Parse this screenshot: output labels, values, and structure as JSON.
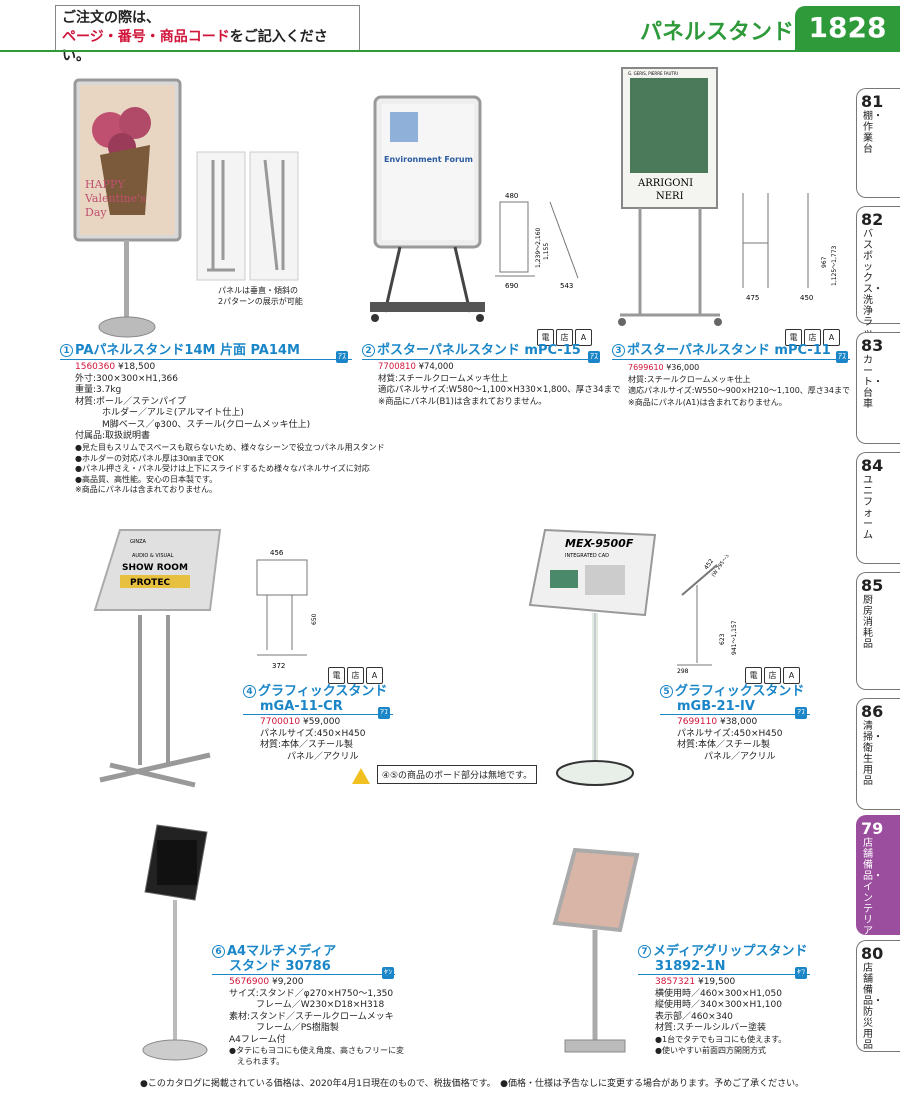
{
  "header": {
    "note_line1": "ご注文の際は、",
    "note_line2_red": "ページ・番号・商品コード",
    "note_line2_rest": "をご記入ください。",
    "category": "パネルスタンド",
    "page": "1828"
  },
  "tabs": [
    {
      "num": "81",
      "label": "棚・作業台"
    },
    {
      "num": "82",
      "label": "バスボックス・洗浄ラック"
    },
    {
      "num": "83",
      "label": "カート・台車"
    },
    {
      "num": "84",
      "label": "ユニフォーム"
    },
    {
      "num": "85",
      "label": "厨房消耗品"
    },
    {
      "num": "86",
      "label": "清掃・衛生用品"
    },
    {
      "num": "79",
      "label": "店舗備品・インテリア"
    },
    {
      "num": "80",
      "label": "店舗備品・防災用品"
    }
  ],
  "images": {
    "p1_poster_line1": "HAPPY",
    "p1_poster_line2": "Valentine's",
    "p1_poster_line3": "Day",
    "p1_caption1": "パネルは垂直・傾斜の",
    "p1_caption2": "2パターンの展示が可能",
    "p2_poster": "Environment Forum",
    "p3_poster1": "ARRIGONI",
    "p3_poster2": "NERI",
    "p3_poster_top": "G. GERIS, PIERRE FAUTRI",
    "p4_sign1": "AUDIO & VISUAL",
    "p4_sign2": "SHOW ROOM",
    "p4_sign3": "PROTEC",
    "p4_sign_top": "GINZA",
    "p5_sign1": "MEX-9500F",
    "p5_sign2": "INTEGRATED CAD",
    "dims": {
      "p2": [
        "480",
        "690",
        "543",
        "1,239～2,160",
        "1,155"
      ],
      "p3": [
        "475",
        "450",
        "967",
        "1,125～1,773"
      ],
      "p4": [
        "456",
        "372",
        "650"
      ],
      "p5": [
        "452",
        "298",
        "623",
        "941～1,157",
        "(W 295～310)"
      ]
    }
  },
  "icons": [
    "電",
    "店",
    "A"
  ],
  "products": [
    {
      "no": "1",
      "title": "PAパネルスタンド14M 片面 PA14M",
      "badge": "ｱｽ",
      "code": "1560360",
      "price": "¥18,500",
      "lines": [
        "外寸:300×300×H1,366",
        "重量:3.7kg",
        "材質:ポール／ステンパイプ",
        "　　　ホルダー／アルミ(アルマイト仕上)",
        "　　　M脚ベース／φ300、スチール(クロームメッキ仕上)",
        "付属品:取扱説明書"
      ],
      "notes": [
        "●見た目もスリムでスペースも取らないため、様々なシーンで役立つパネル用スタンド",
        "●ホルダーの対応パネル厚は30㎜までOK",
        "●パネル押さえ・パネル受けは上下にスライドするため様々なパネルサイズに対応",
        "●高品質、高性能。安心の日本製です。",
        "※商品にパネルは含まれておりません。"
      ]
    },
    {
      "no": "2",
      "title": "ポスターパネルスタンド mPC-15",
      "badge": "ｱｽ",
      "code": "7700810",
      "price": "¥74,000",
      "lines": [
        "材質:スチールクロームメッキ仕上",
        "適応パネルサイズ:W580～1,100×H330×1,800、厚さ34まで",
        "※商品にパネル(B1)は含まれておりません。"
      ]
    },
    {
      "no": "3",
      "title": "ポスターパネルスタンド mPC-11",
      "badge": "ｱｽ",
      "code": "7699610",
      "price": "¥36,000",
      "lines": [
        "材質:スチールクロームメッキ仕上",
        "適応パネルサイズ:W550～900×H210～1,100、厚さ34まで",
        "※商品にパネル(A1)は含まれておりません。"
      ]
    },
    {
      "no": "4",
      "title": "グラフィックスタンド",
      "title2": "mGA-11-CR",
      "badge": "ｱｽ",
      "code": "7700010",
      "price": "¥59,000",
      "lines": [
        "パネルサイズ:450×H450",
        "材質:本体／スチール製",
        "　　　パネル／アクリル"
      ]
    },
    {
      "no": "5",
      "title": "グラフィックスタンド",
      "title2": "mGB-21-IV",
      "badge": "ｱｽ",
      "code": "7699110",
      "price": "¥38,000",
      "lines": [
        "パネルサイズ:450×H450",
        "材質:本体／スチール製",
        "　　　パネル／アクリル"
      ]
    },
    {
      "no": "6",
      "title": "A4マルチメディア",
      "title2": "スタンド 30786",
      "badge": "ｾﾝ",
      "code": "5676900",
      "price": "¥9,200",
      "lines": [
        "サイズ:スタンド／φ270×H750～1,350",
        "　　　フレーム／W230×D18×H318",
        "素材:スタンド／スチールクロームメッキ",
        "　　　フレーム／PS樹脂製",
        "A4フレーム付"
      ],
      "notes": [
        "●タテにもヨコにも使え角度、高さもフリーに変",
        "　えられます。"
      ]
    },
    {
      "no": "7",
      "title": "メディアグリップスタンド",
      "title2": "31892-1N",
      "badge": "ｾﾌ",
      "code": "3857321",
      "price": "¥19,500",
      "lines": [
        "横使用時／460×300×H1,050",
        "縦使用時／340×300×H1,100",
        "表示部／460×340",
        "材質:スチールシルバー塗装"
      ],
      "notes": [
        "●1台でタテでもヨコにも使えます。",
        "●使いやすい前面四方開閉方式"
      ]
    }
  ],
  "warning": "④⑤の商品のボード部分は無地です。",
  "footer": "●このカタログに掲載されている価格は、2020年4月1日現在のもので、税抜価格です。　●価格・仕様は予告なしに変更する場合があります。予めご了承ください。"
}
